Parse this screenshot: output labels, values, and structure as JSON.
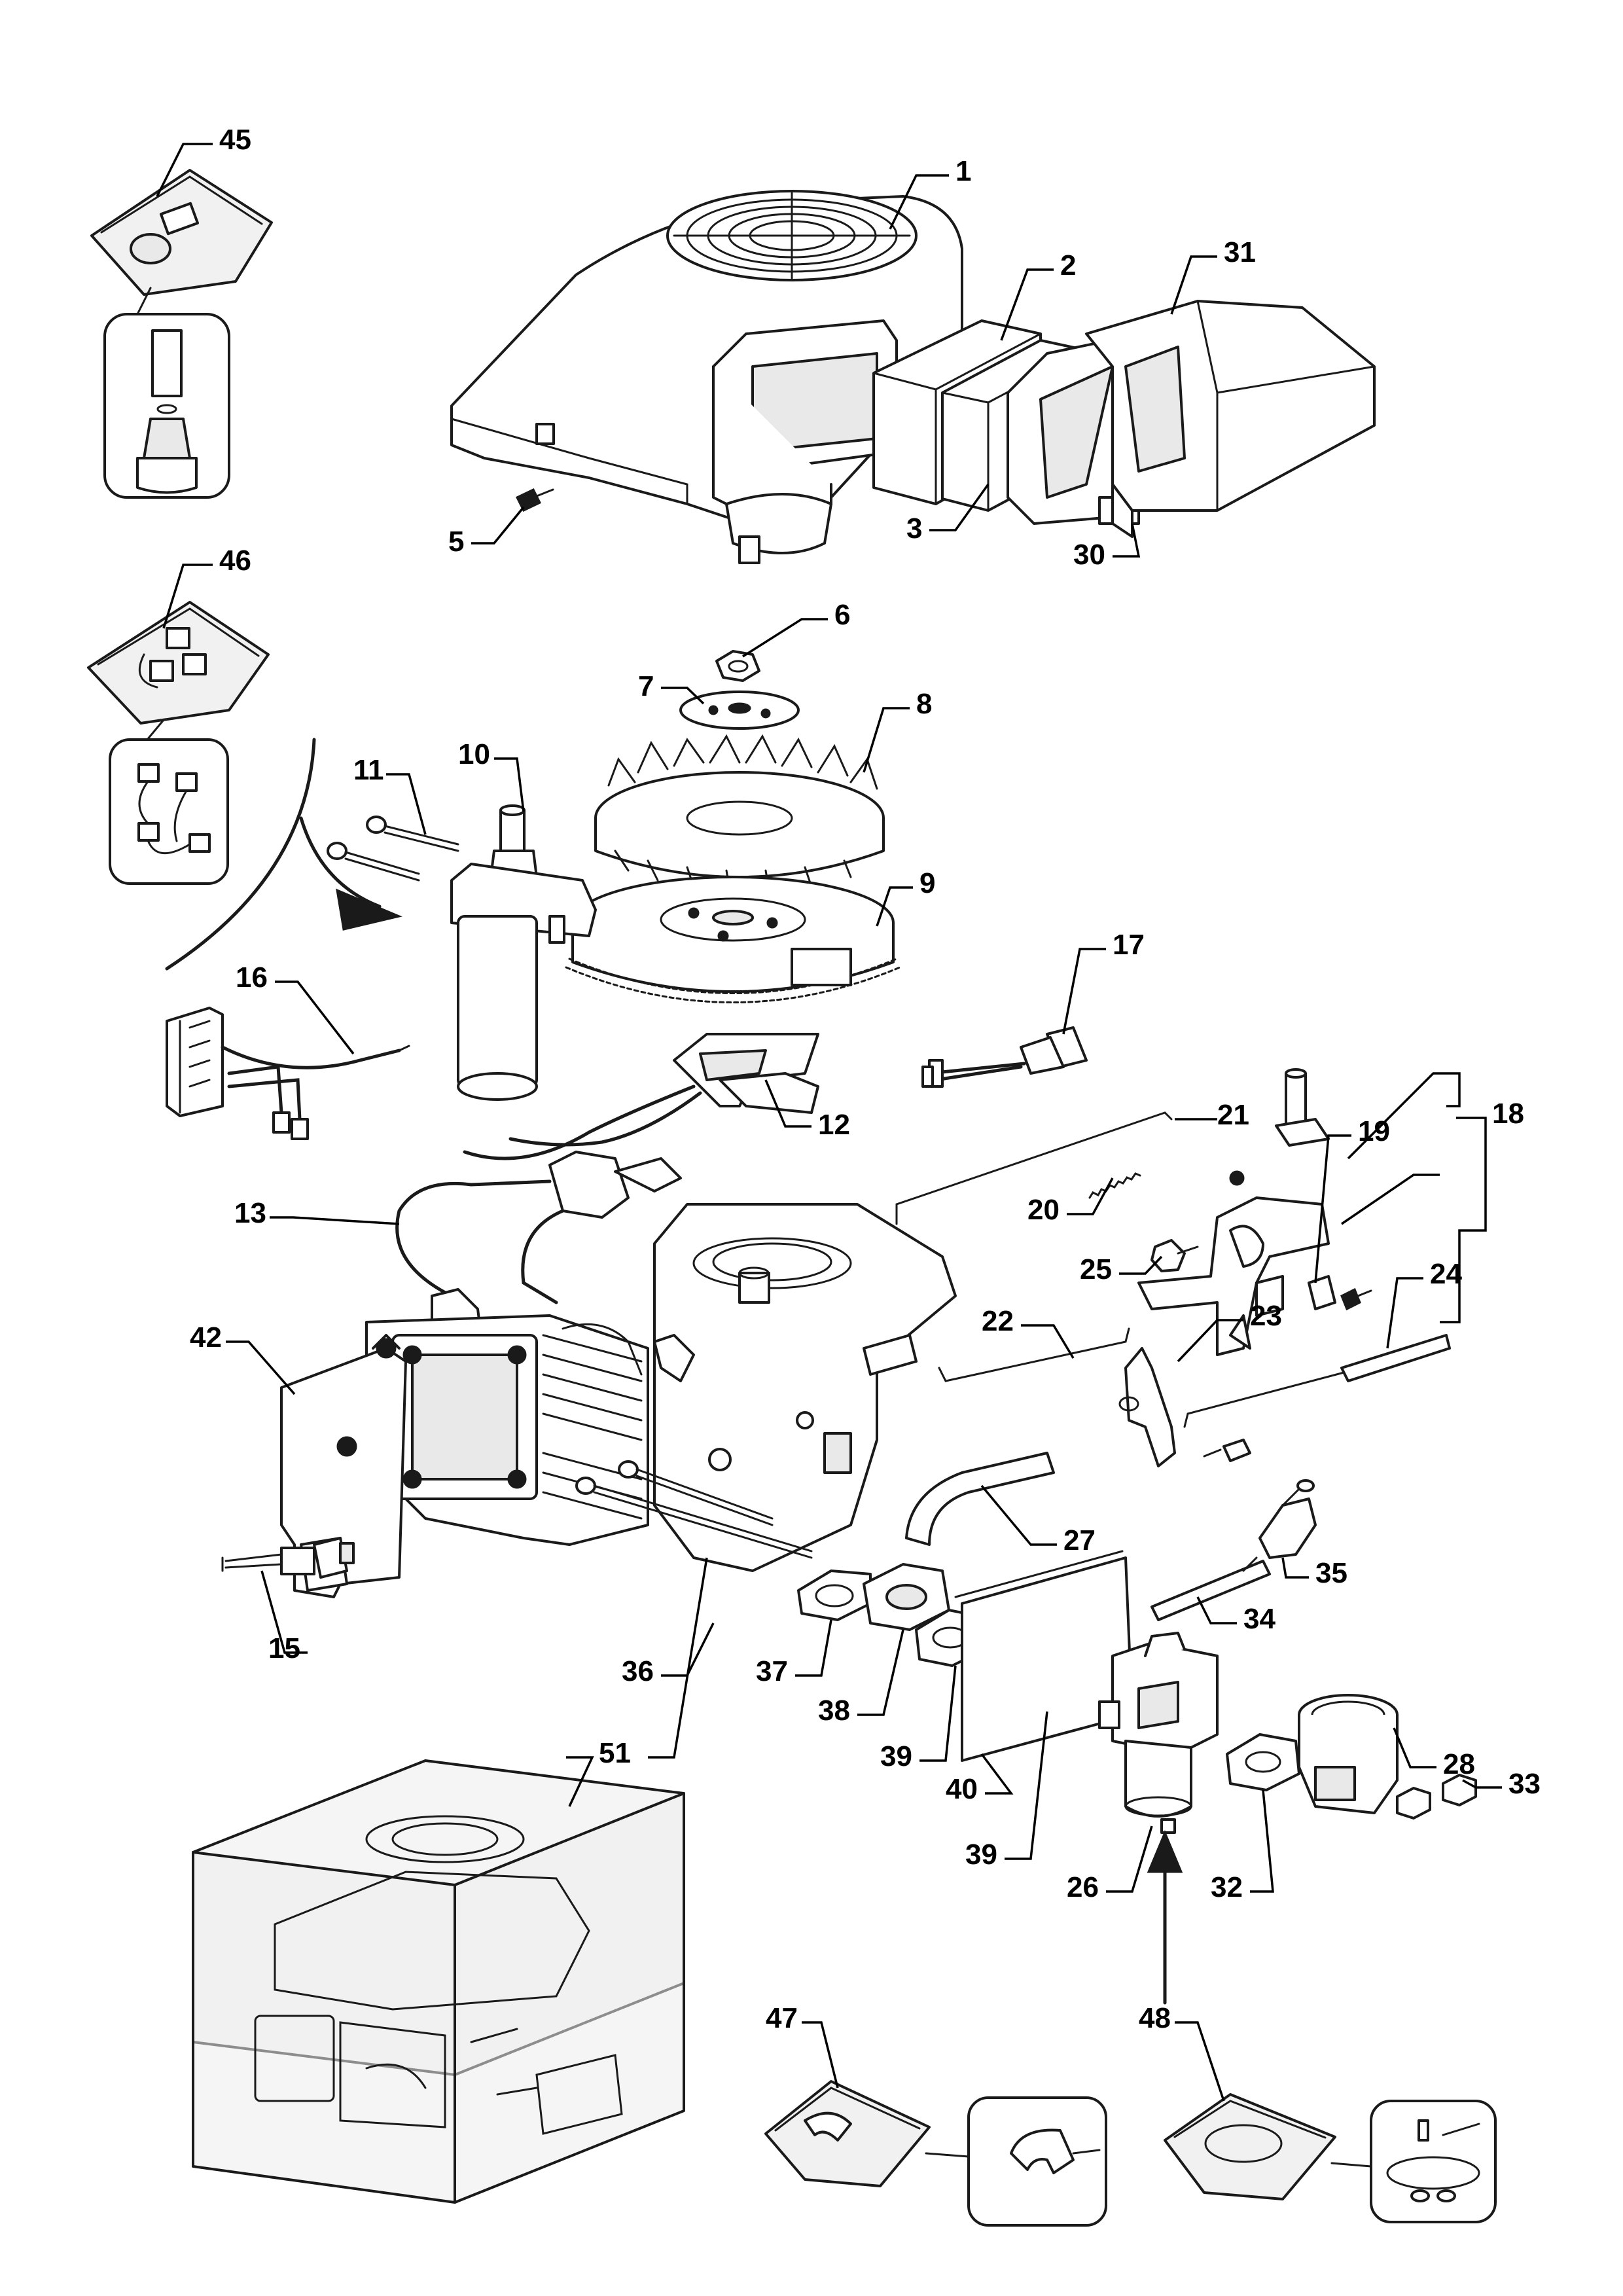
{
  "callouts": {
    "c1": "1",
    "c2": "2",
    "c3": "3",
    "c5": "5",
    "c6": "6",
    "c7": "7",
    "c8": "8",
    "c9": "9",
    "c10": "10",
    "c11": "11",
    "c12": "12",
    "c13": "13",
    "c15": "15",
    "c16": "16",
    "c17": "17",
    "c18": "18",
    "c19": "19",
    "c20": "20",
    "c21": "21",
    "c22": "22",
    "c23": "23",
    "c24": "24",
    "c25": "25",
    "c26": "26",
    "c27": "27",
    "c28": "28",
    "c30": "30",
    "c31": "31",
    "c32": "32",
    "c33": "33",
    "c34": "34",
    "c35": "35",
    "c36": "36",
    "c37": "37",
    "c38": "38",
    "c39a": "39",
    "c39b": "39",
    "c40": "40",
    "c42": "42",
    "c45": "45",
    "c46": "46",
    "c47": "47",
    "c48": "48",
    "c51": "51"
  },
  "colors": {
    "line": "#1a1a1a",
    "background": "#ffffff",
    "bag": "#f1f1f1"
  }
}
